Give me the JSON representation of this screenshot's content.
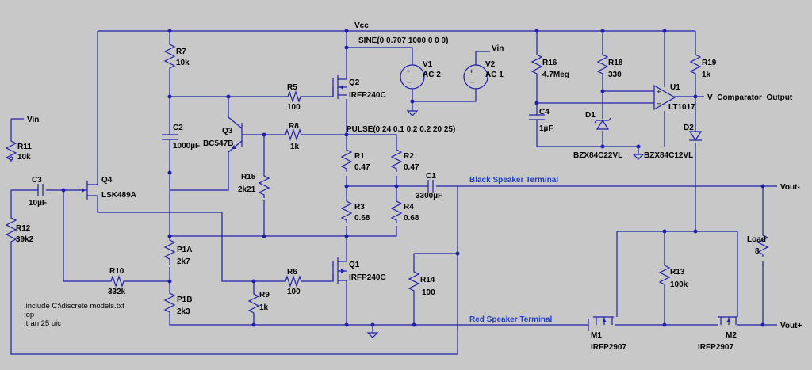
{
  "nets": {
    "vcc": "Vcc",
    "vin_top": "Vin",
    "vin_left": "Vin",
    "v_comparator_output": "V_Comparator_Output",
    "black_speaker": "Black Speaker Terminal",
    "red_speaker": "Red Speaker Terminal",
    "vout_minus": "Vout-",
    "vout_plus": "Vout+"
  },
  "sources": {
    "sine_spec": "SINE(0 0.707 1000 0 0 0)",
    "pulse_spec": "PULSE(0 24 0.1 0.2 0.2 20 25)",
    "v1_name": "V1",
    "v1_value": "AC 2",
    "v2_name": "V2",
    "v2_value": "AC 1"
  },
  "components": {
    "r7": {
      "name": "R7",
      "value": "10k"
    },
    "r5": {
      "name": "R5",
      "value": "100"
    },
    "q2": {
      "name": "Q2",
      "value": "IRFP240C"
    },
    "c2": {
      "name": "C2",
      "value": "1000µF"
    },
    "q3": {
      "name": "Q3",
      "value": "BC547B"
    },
    "r8": {
      "name": "R8",
      "value": "1k"
    },
    "r1": {
      "name": "R1",
      "value": "0.47"
    },
    "r2": {
      "name": "R2",
      "value": "0.47"
    },
    "r15": {
      "name": "R15",
      "value": "2k21"
    },
    "c1": {
      "name": "C1",
      "value": "3300µF"
    },
    "r3": {
      "name": "R3",
      "value": "0.68"
    },
    "r4": {
      "name": "R4",
      "value": "0.68"
    },
    "r11": {
      "name": "R11",
      "value": "10k"
    },
    "c3": {
      "name": "C3",
      "value": "10µF"
    },
    "q4": {
      "name": "Q4",
      "value": "LSK489A"
    },
    "r12": {
      "name": "R12",
      "value": "39k2"
    },
    "p1a": {
      "name": "P1A",
      "value": "2k7"
    },
    "p1b": {
      "name": "P1B",
      "value": "2k3"
    },
    "r10": {
      "name": "R10",
      "value": "332k"
    },
    "r9": {
      "name": "R9",
      "value": "1k"
    },
    "r6": {
      "name": "R6",
      "value": "100"
    },
    "q1": {
      "name": "Q1",
      "value": "IRFP240C"
    },
    "r14": {
      "name": "R14",
      "value": "100"
    },
    "r16": {
      "name": "R16",
      "value": "4.7Meg"
    },
    "r18": {
      "name": "R18",
      "value": "330"
    },
    "r19": {
      "name": "R19",
      "value": "1k"
    },
    "u1": {
      "name": "U1",
      "value": "LT1017"
    },
    "c4": {
      "name": "C4",
      "value": "1µF"
    },
    "d1": {
      "name": "D1",
      "value": "BZX84C22VL"
    },
    "d1b_value": "BZX84C12VL",
    "d2": {
      "name": "D2"
    },
    "load": {
      "name": "Load",
      "value": "8"
    },
    "r13": {
      "name": "R13",
      "value": "100k"
    },
    "m1": {
      "name": "M1",
      "value": "IRFP2907"
    },
    "m2": {
      "name": "M2",
      "value": "IRFP2907"
    }
  },
  "directives": [
    ".include C:\\discrete models.txt",
    ";op",
    ".tran 25 uic"
  ],
  "colors": {
    "background": "#c8c8c8",
    "wire": "#1f1fa8",
    "net_label": "#1f3fc8",
    "text": "#000000"
  }
}
